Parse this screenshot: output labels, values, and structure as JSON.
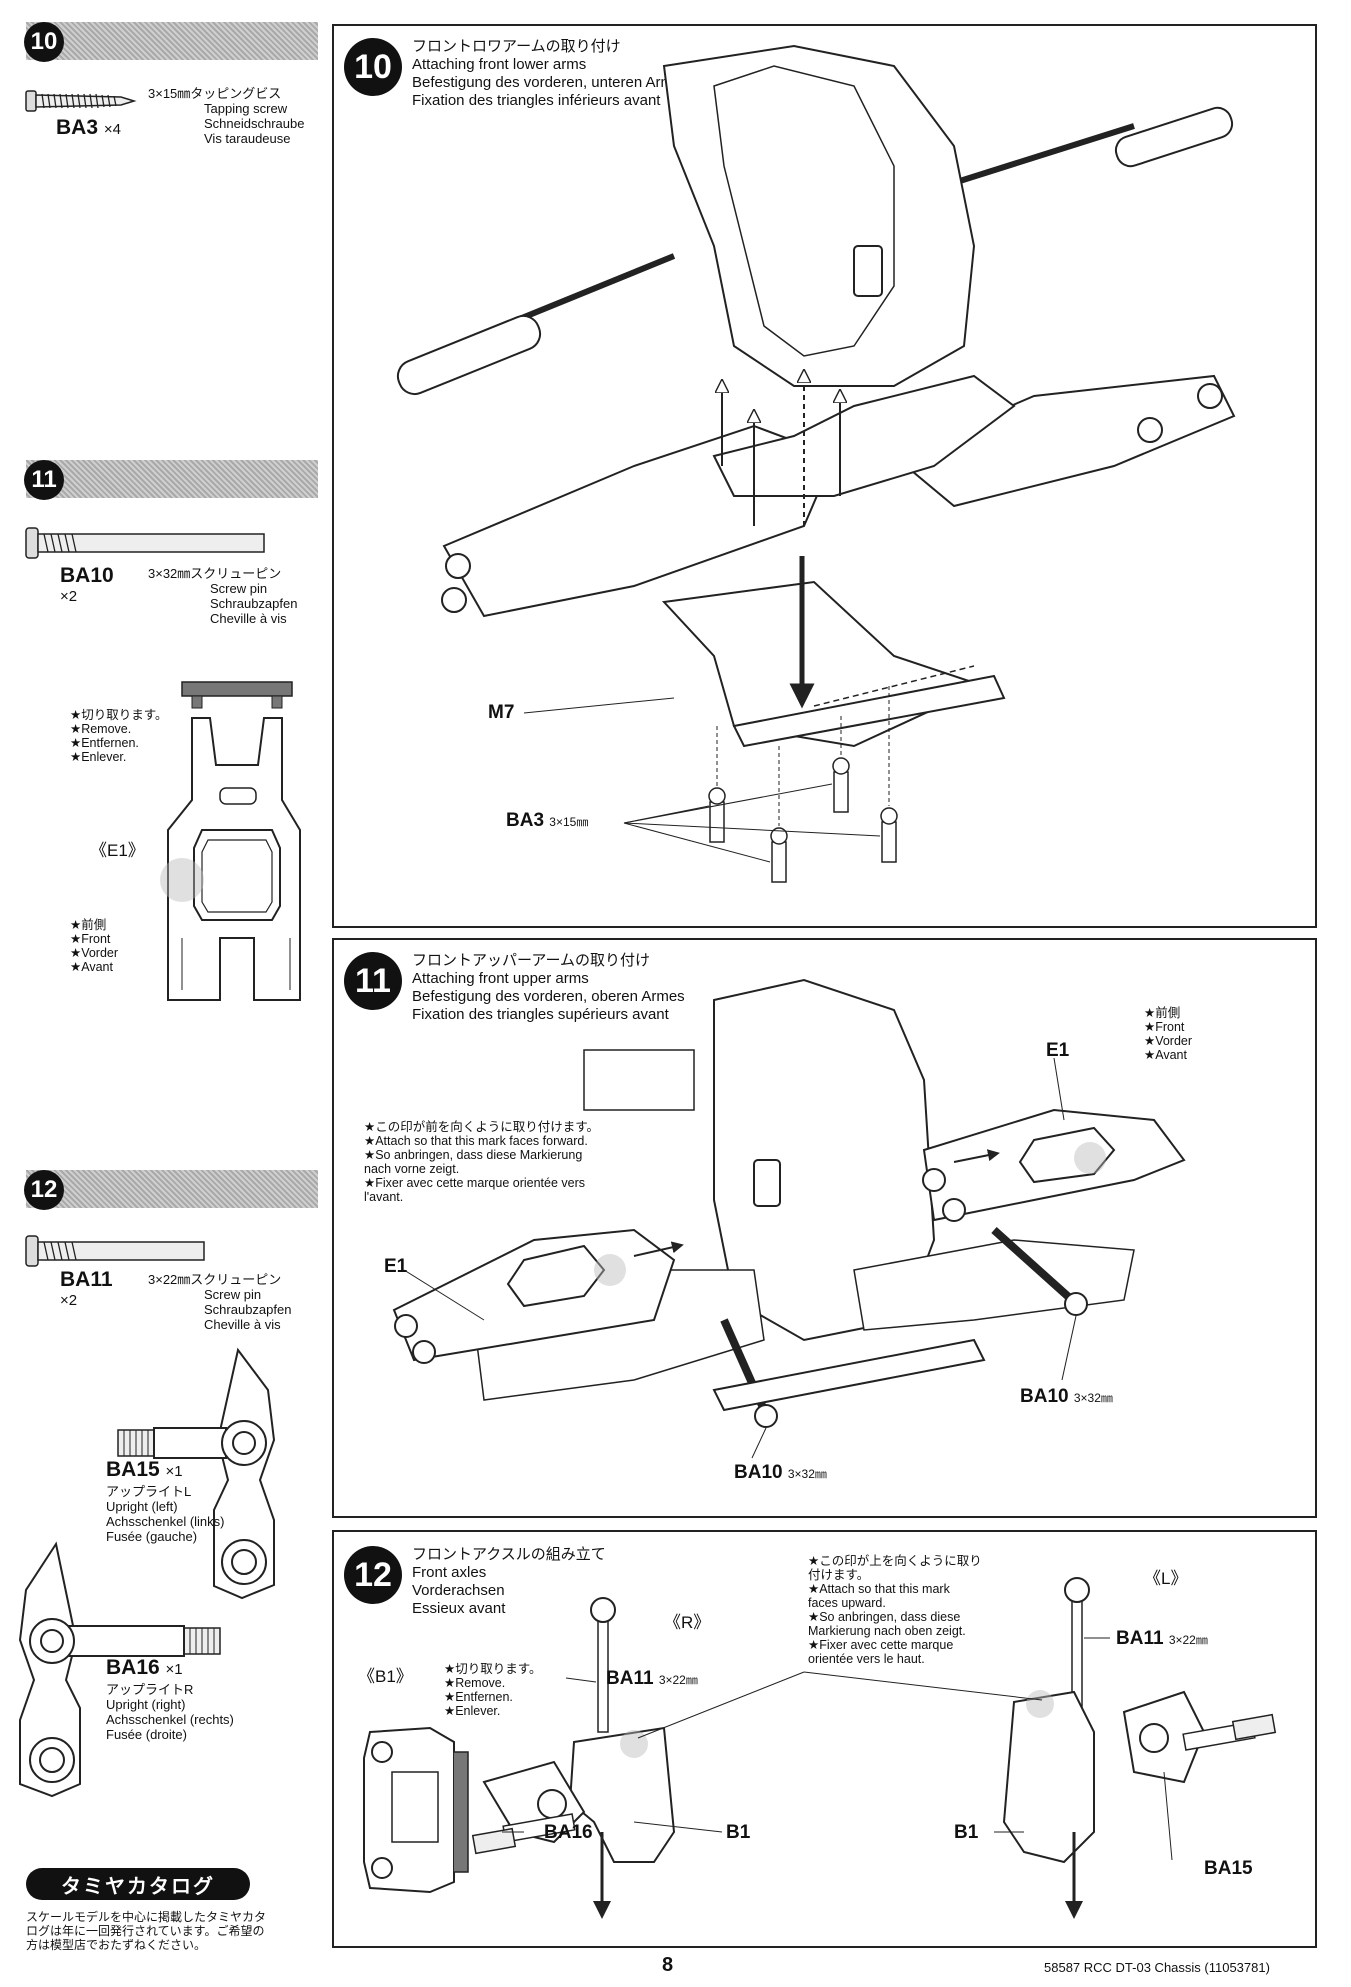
{
  "left": {
    "step10": {
      "number": "10",
      "part": {
        "code": "BA3",
        "qty": "×4",
        "name_jp": "3×15㎜タッピングビス",
        "name_en": "Tapping screw",
        "name_de": "Schneidschraube",
        "name_fr": "Vis taraudeuse"
      }
    },
    "step11": {
      "number": "11",
      "part": {
        "code": "BA10",
        "qty": "×2",
        "name_jp": "3×32㎜スクリューピン",
        "name_en": "Screw pin",
        "name_de": "Schraubzapfen",
        "name_fr": "Cheville à vis"
      },
      "remove_note": [
        "★切り取ります。",
        "★Remove.",
        "★Entfernen.",
        "★Enlever."
      ],
      "part_label": "《E1》",
      "front_note": [
        "★前側",
        "★Front",
        "★Vorder",
        "★Avant"
      ]
    },
    "step12": {
      "number": "12",
      "part": {
        "code": "BA11",
        "qty": "×2",
        "name_jp": "3×22㎜スクリューピン",
        "name_en": "Screw pin",
        "name_de": "Schraubzapfen",
        "name_fr": "Cheville à vis"
      },
      "ba15": {
        "code": "BA15",
        "qty": "×1",
        "jp": "アップライトL",
        "en": "Upright (left)",
        "de": "Achsschenkel (links)",
        "fr": "Fusée (gauche)"
      },
      "ba16": {
        "code": "BA16",
        "qty": "×1",
        "jp": "アップライトR",
        "en": "Upright (right)",
        "de": "Achsschenkel (rechts)",
        "fr": "Fusée (droite)"
      }
    },
    "catalog": {
      "title": "タミヤカタログ",
      "text": [
        "スケールモデルを中心に掲載したタミヤカタ",
        "ログは年に一回発行されています。ご希望の",
        "方は模型店でおたずねください。"
      ]
    }
  },
  "panel10": {
    "number": "10",
    "title_jp": "フロントロワアームの取り付け",
    "title_en": "Attaching front lower arms",
    "title_de": "Befestigung des vorderen, unteren Armes",
    "title_fr": "Fixation des triangles inférieurs avant",
    "label_m7": "M7",
    "label_ba3": "BA3",
    "label_ba3_size": "3×15㎜"
  },
  "panel11": {
    "number": "11",
    "title_jp": "フロントアッパーアームの取り付け",
    "title_en": "Attaching front upper arms",
    "title_de": "Befestigung des vorderen, oberen Armes",
    "title_fr": "Fixation des triangles supérieurs avant",
    "mark_note": [
      "★この印が前を向くように取り付けます。",
      "★Attach so that this mark faces forward.",
      "★So anbringen, dass diese Markierung",
      "nach vorne zeigt.",
      "★Fixer avec cette marque orientée vers",
      "l'avant."
    ],
    "front_note": [
      "★前側",
      "★Front",
      "★Vorder",
      "★Avant"
    ],
    "label_e1": "E1",
    "label_ba10": "BA10",
    "label_ba10_size": "3×32㎜"
  },
  "panel12": {
    "number": "12",
    "title_jp": "フロントアクスルの組み立て",
    "title_en": "Front axles",
    "title_de": "Vorderachsen",
    "title_fr": "Essieux avant",
    "label_b1_part": "《B1》",
    "remove_note": [
      "★切り取ります。",
      "★Remove.",
      "★Entfernen.",
      "★Enlever."
    ],
    "label_r": "《R》",
    "label_l": "《L》",
    "mark_note": [
      "★この印が上を向くように取り",
      "付けます。",
      "★Attach so that this mark",
      "faces upward.",
      "★So anbringen, dass diese",
      "Markierung nach oben zeigt.",
      "★Fixer avec cette marque",
      "orientée vers le haut."
    ],
    "label_ba11": "BA11",
    "label_ba11_size": "3×22㎜",
    "label_ba16": "BA16",
    "label_ba15": "BA15",
    "label_b1": "B1"
  },
  "footer": {
    "page": "8",
    "code": "58587 RCC DT-03 Chassis (11053781)"
  }
}
